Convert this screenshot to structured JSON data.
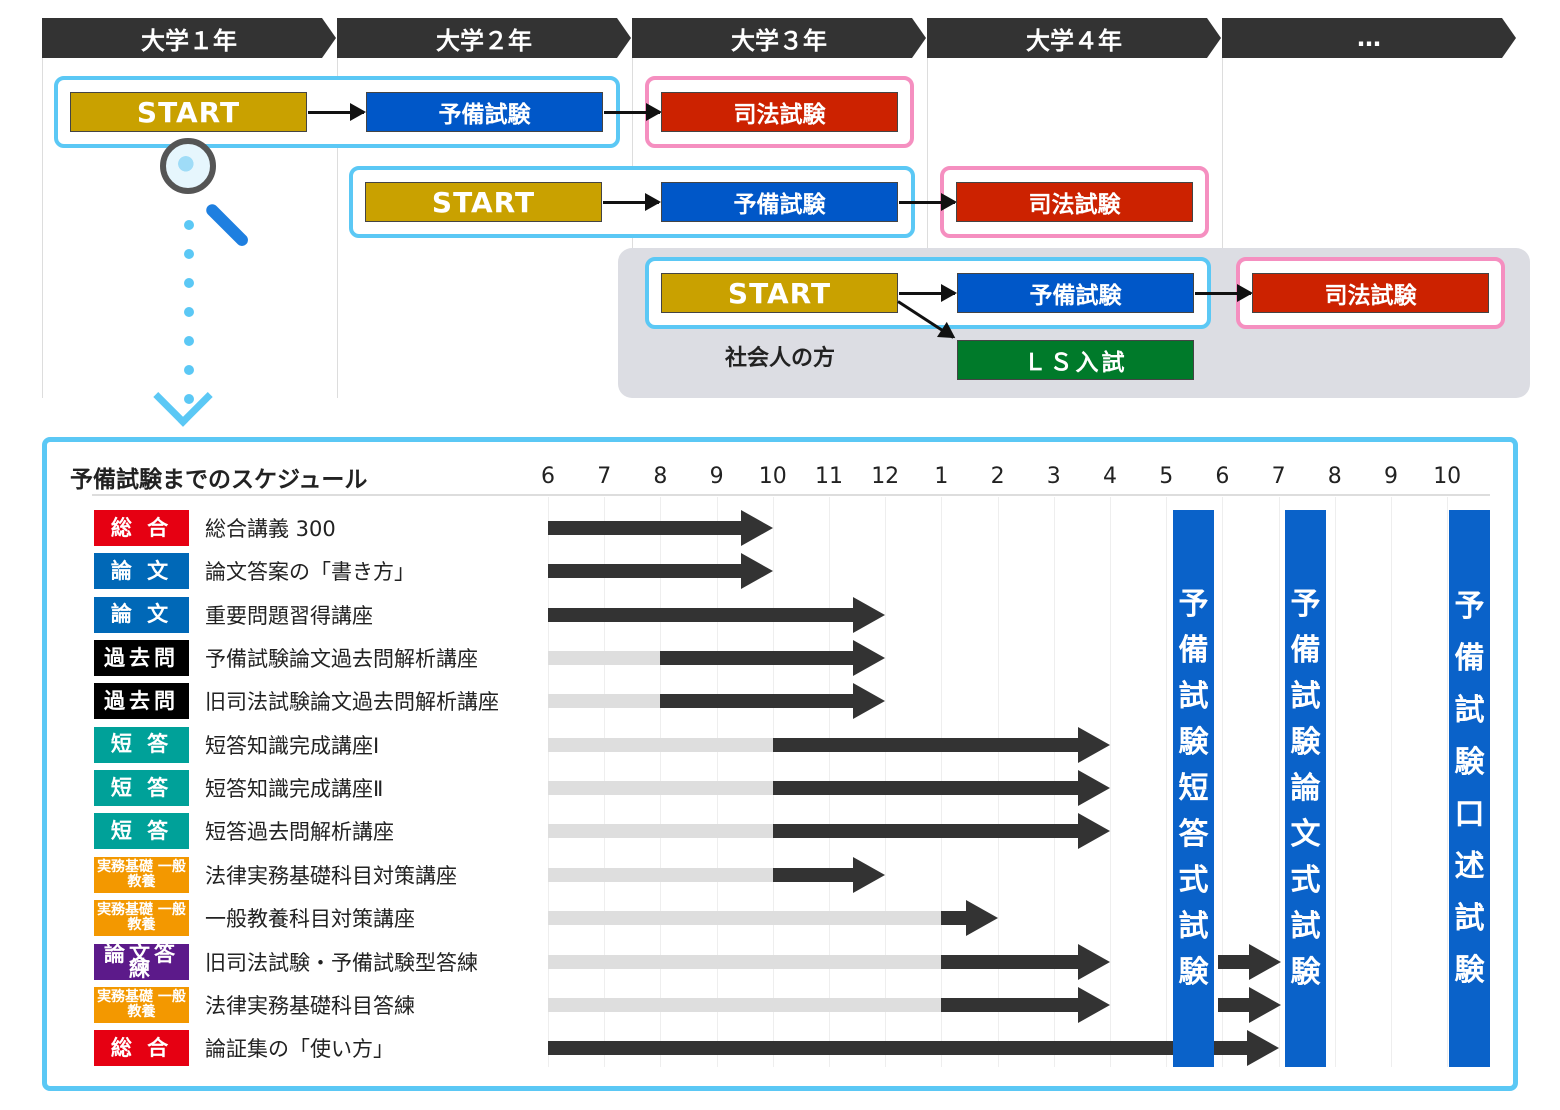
{
  "years": [
    "大学１年",
    "大学２年",
    "大学３年",
    "大学４年",
    "…"
  ],
  "flow": {
    "start": "START",
    "yobi": "予備試験",
    "shiho": "司法試験",
    "ls": "ＬＳ入試",
    "shakaijin": "社会人の方"
  },
  "schedule": {
    "title": "予備試験までのスケジュール",
    "months": [
      "6",
      "7",
      "8",
      "9",
      "10",
      "11",
      "12",
      "1",
      "2",
      "3",
      "4",
      "5",
      "6",
      "7",
      "8",
      "9",
      "10"
    ],
    "rows": [
      {
        "tag": "総 合",
        "tag_color": "#e60012",
        "label": "総合講義 300",
        "gray_to": null,
        "dark_from": 0,
        "end": 4
      },
      {
        "tag": "論 文",
        "tag_color": "#0068b7",
        "label": "論文答案の「書き方」",
        "gray_to": null,
        "dark_from": 0,
        "end": 4
      },
      {
        "tag": "論 文",
        "tag_color": "#0068b7",
        "label": "重要問題習得講座",
        "gray_to": null,
        "dark_from": 0,
        "end": 6
      },
      {
        "tag": "過去問",
        "tag_color": "#000000",
        "label": "予備試験論文過去問解析講座",
        "gray_to": 2,
        "dark_from": 2,
        "end": 6
      },
      {
        "tag": "過去問",
        "tag_color": "#000000",
        "label": "旧司法試験論文過去問解析講座",
        "gray_to": 2,
        "dark_from": 2,
        "end": 6
      },
      {
        "tag": "短 答",
        "tag_color": "#00a199",
        "label": "短答知識完成講座Ⅰ",
        "gray_to": 4,
        "dark_from": 4,
        "end": 10
      },
      {
        "tag": "短 答",
        "tag_color": "#00a199",
        "label": "短答知識完成講座Ⅱ",
        "gray_to": 4,
        "dark_from": 4,
        "end": 10
      },
      {
        "tag": "短 答",
        "tag_color": "#00a199",
        "label": "短答過去問解析講座",
        "gray_to": 4,
        "dark_from": 4,
        "end": 10
      },
      {
        "tag": "実務基礎 一般教養",
        "tag_color": "#f39800",
        "label": "法律実務基礎科目対策講座",
        "gray_to": 4,
        "dark_from": 4,
        "end": 6
      },
      {
        "tag": "実務基礎 一般教養",
        "tag_color": "#f39800",
        "label": "一般教養科目対策講座",
        "gray_to": 7,
        "dark_from": 7,
        "end": 8
      },
      {
        "tag": "論文答練",
        "tag_color": "#5c1a8a",
        "label": "旧司法試験・予備試験型答練",
        "gray_to": 7,
        "dark_from": 7,
        "end": 10,
        "extra": [
          12,
          13
        ]
      },
      {
        "tag": "実務基礎 一般教養",
        "tag_color": "#f39800",
        "label": "法律実務基礎科目答練",
        "gray_to": 7,
        "dark_from": 7,
        "end": 10,
        "extra": [
          12,
          13
        ]
      },
      {
        "tag": "総 合",
        "tag_color": "#e60012",
        "label": "論証集の「使い方」",
        "gray_to": null,
        "dark_from": 0,
        "end": 13
      }
    ],
    "exams": [
      "予備試験短答式試験",
      "予備試験論文式試験",
      "予備試験口述試験"
    ]
  }
}
